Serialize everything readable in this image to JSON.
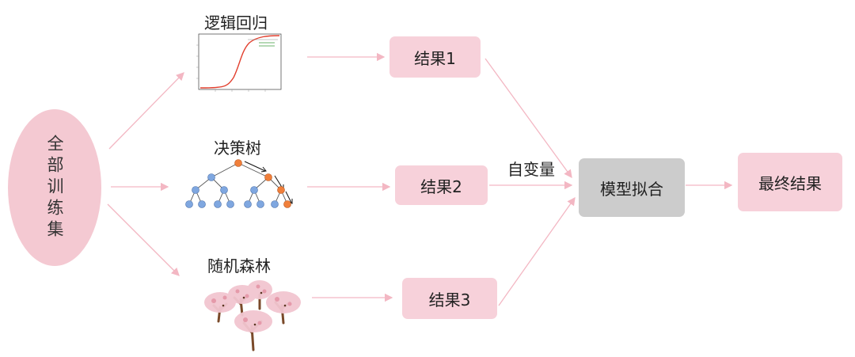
{
  "dataset": {
    "label": "全部训练集"
  },
  "models": [
    {
      "name": "逻辑回归",
      "icon": "sigmoid-plot-icon"
    },
    {
      "name": "决策树",
      "icon": "decision-tree-icon"
    },
    {
      "name": "随机森林",
      "icon": "trees-icon"
    }
  ],
  "results": [
    "结果1",
    "结果2",
    "结果3"
  ],
  "fit": {
    "label": "模型拟合",
    "edge_label": "自变量"
  },
  "final": {
    "label": "最终结果"
  },
  "colors": {
    "pink_fill": "#f7d1da",
    "ellipse_fill": "#f4c9d2",
    "gray_fill": "#cccccc",
    "arrow": "#f3b7c3",
    "tree_node_blue": "#7fa7e0",
    "tree_node_orange": "#f07f3a",
    "sigmoid_curve": "#e2402f"
  }
}
